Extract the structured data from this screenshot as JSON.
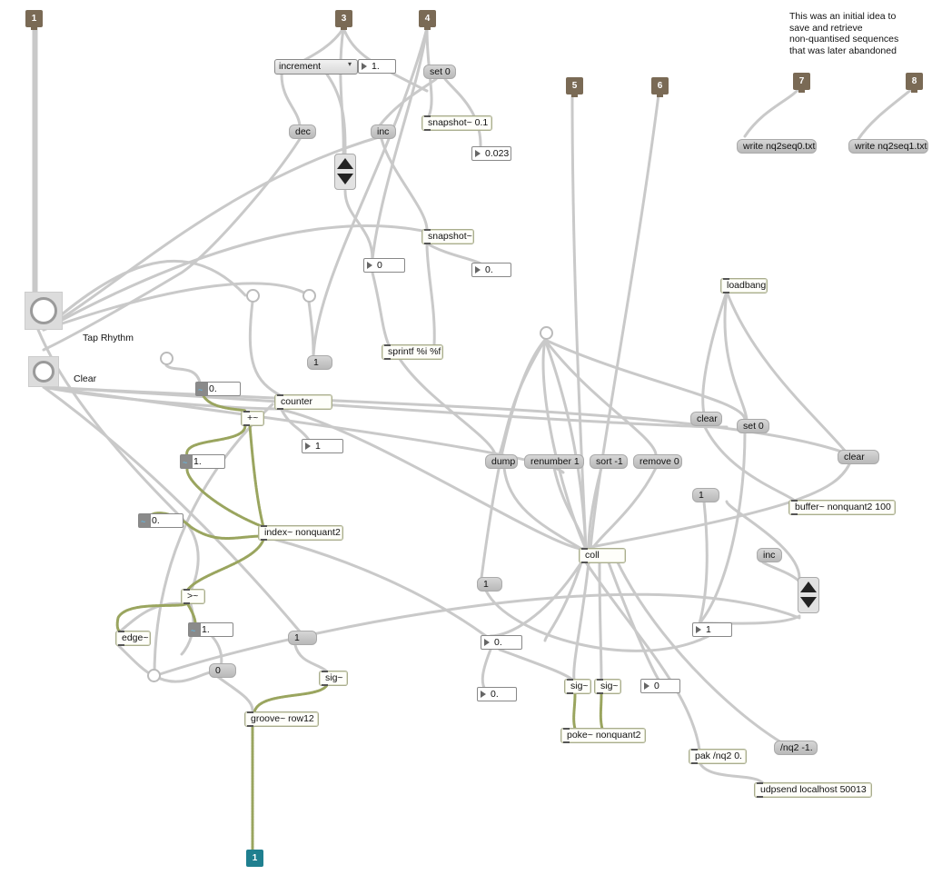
{
  "inlets": [
    {
      "id": "in1",
      "label": "1"
    },
    {
      "id": "in3",
      "label": "3"
    },
    {
      "id": "in4",
      "label": "4"
    },
    {
      "id": "in5",
      "label": "5"
    },
    {
      "id": "in6",
      "label": "6"
    },
    {
      "id": "in7",
      "label": "7"
    },
    {
      "id": "in8",
      "label": "8"
    }
  ],
  "outlet": {
    "label": "1"
  },
  "comment": {
    "lines": [
      "This was an initial idea to",
      "save and retrieve",
      "non-quantised sequences",
      "that was later abandoned"
    ]
  },
  "labels": {
    "tap_rhythm": "Tap Rhythm",
    "clear": "Clear"
  },
  "umenu": {
    "value": "increment",
    "arrow": "▾"
  },
  "objects": {
    "snapshot_01": "snapshot~ 0.1",
    "snapshot": "snapshot~",
    "sprintf": "sprintf %i %f",
    "counter": "counter",
    "plus": "+~",
    "index": "index~ nonquant2",
    "gt": ">~",
    "edge": "edge~",
    "sig_a": "sig~",
    "groove": "groove~ row12",
    "loadbang": "loadbang",
    "buffer": "buffer~ nonquant2 100",
    "coll": "coll",
    "sig_b": "sig~",
    "sig_c": "sig~",
    "poke": "poke~ nonquant2",
    "pak": "pak /nq2 0.",
    "udpsend": "udpsend localhost 50013"
  },
  "messages": {
    "set0_top": "set 0",
    "dec": "dec",
    "inc_top": "inc",
    "one_a": "1",
    "write0": "write nq2seq0.txt",
    "write1": "write nq2seq1.txt",
    "dump": "dump",
    "renumber": "renumber 1",
    "sort": "sort -1",
    "remove": "remove 0",
    "clear_a": "clear",
    "set0_b": "set 0",
    "clear_b": "clear",
    "one_b": "1",
    "inc_b": "inc",
    "one_c": "1",
    "one_d": "1",
    "zero": "0",
    "nq2": "/nq2 -1."
  },
  "numbers": {
    "n_one_dot": "1.",
    "n_0023": "0.023",
    "n_0": "0",
    "n_0dot_a": "0.",
    "n_sig0": "0.",
    "n_1": "1",
    "n_sig1": "1.",
    "n_sig0b": "0.",
    "n_sig1b": "1.",
    "n_1b": "1",
    "n_0dot_b": "0.",
    "n_0dot_c": "0.",
    "n_0b": "0"
  },
  "colors": {
    "patchcord": "#c9c9c9",
    "signal_cord": "#9aa55f",
    "inlet": "#7a6a55",
    "outlet": "#1f7f8f",
    "bang_bg": "#dcdcdc"
  }
}
